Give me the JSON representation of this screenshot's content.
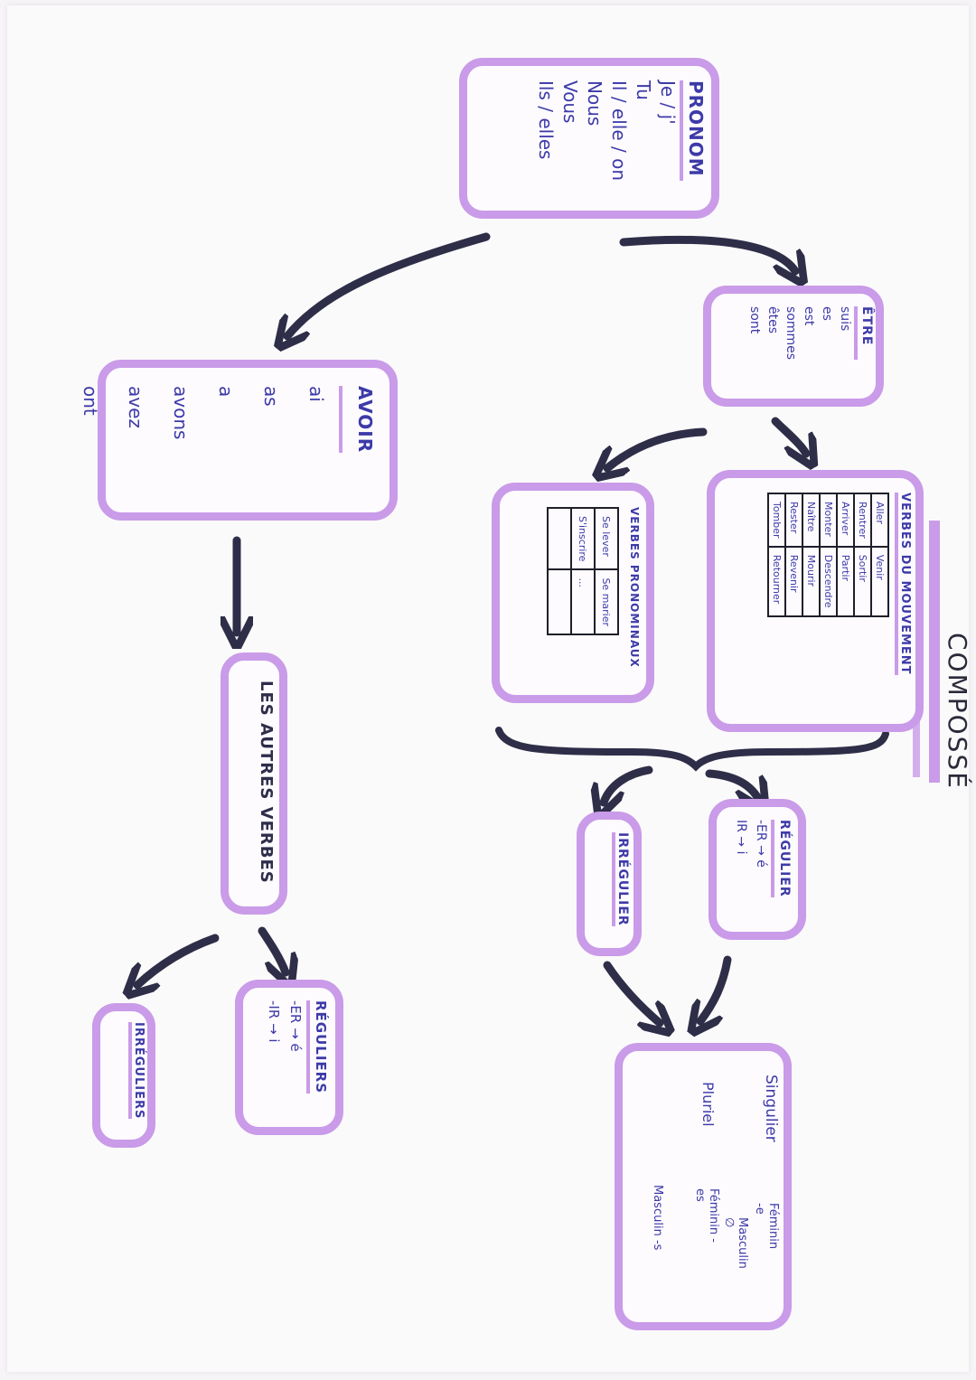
{
  "heading": "COMPOSSÉ",
  "pronom": {
    "title": "PRONOM",
    "items": [
      "Je / j'",
      "Tu",
      "Il / elle / on",
      "Nous",
      "Vous",
      "Ils / elles"
    ]
  },
  "etre": {
    "title": "ÊTRE",
    "items": [
      "suis",
      "es",
      "est",
      "sommes",
      "êtes",
      "sont"
    ]
  },
  "avoir": {
    "title": "AVOIR",
    "items": [
      "ai",
      "as",
      "a",
      "avons",
      "avez",
      "ont"
    ]
  },
  "mouvement": {
    "title": "VERBES DU MOUVEMENT",
    "rows": [
      [
        "Aller",
        "Venir"
      ],
      [
        "Rentrer",
        "Sortir"
      ],
      [
        "Arriver",
        "Partir"
      ],
      [
        "Monter",
        "Descendre"
      ],
      [
        "Naître",
        "Mourir"
      ],
      [
        "Rester",
        "Revenir"
      ],
      [
        "Tomber",
        "Retourner"
      ]
    ]
  },
  "pronominaux": {
    "title": "VERBES PRONOMINAUX",
    "rows": [
      [
        "Se lever",
        "Se marier"
      ],
      [
        "S'inscrire",
        "..."
      ]
    ]
  },
  "regulier": {
    "title": "RÉGULIER",
    "rules": [
      "-ER → é",
      "IR → i"
    ]
  },
  "irregulier": {
    "title": "IRRÉGULIER"
  },
  "accord": {
    "singulier_label": "Singulier",
    "singulier_fem": "Féminin -e",
    "singulier_masc": "Masculin ∅",
    "pluriel_label": "Pluriel",
    "pluriel_fem": "Féminin -es",
    "pluriel_masc": "Masculin -s"
  },
  "autres": {
    "title": "LES AUTRES VERBES"
  },
  "reguliers": {
    "title": "RÉGULIERS",
    "rules": [
      "-ER → é",
      "-IR → i"
    ]
  },
  "irreguliers": {
    "title": "IRRÉGULIERS"
  },
  "colors": {
    "highlight": "#c99be8",
    "ink": "#3d3aa8",
    "arrow": "#2f2e48"
  }
}
